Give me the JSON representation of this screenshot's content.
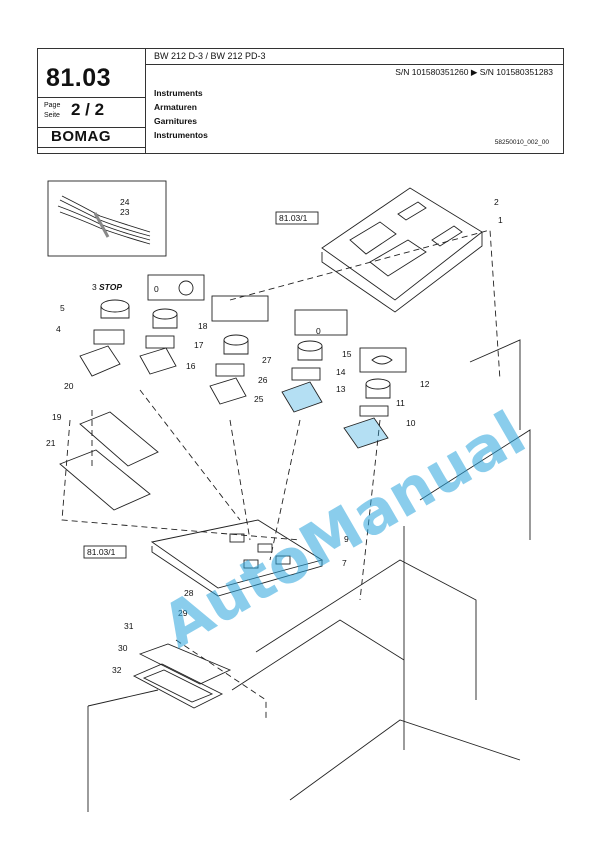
{
  "header": {
    "section": "81.03",
    "page_label_1": "Page",
    "page_label_2": "Seite",
    "page": "2 / 2",
    "brand": "BOMAG",
    "model": "BW 212 D-3 / BW 212 PD-3",
    "serial": "S/N 101580351260  ▶  S/N 101580351283",
    "titles": [
      "Instruments",
      "Armaturen",
      "Garnitures",
      "Instrumentos"
    ],
    "doc_id": "58250010_002_00"
  },
  "diagram": {
    "ref_labels": [
      "81.03/1",
      "81.03/1"
    ],
    "symbol_text": [
      "STOP",
      "0",
      "0"
    ],
    "part_numbers": [
      "1",
      "2",
      "3",
      "4",
      "5",
      "7",
      "9",
      "10",
      "11",
      "12",
      "13",
      "14",
      "15",
      "16",
      "17",
      "18",
      "19",
      "20",
      "21",
      "23",
      "24",
      "25",
      "26",
      "27",
      "28",
      "29",
      "30",
      "31",
      "32"
    ],
    "watermark": "AutoManual"
  }
}
